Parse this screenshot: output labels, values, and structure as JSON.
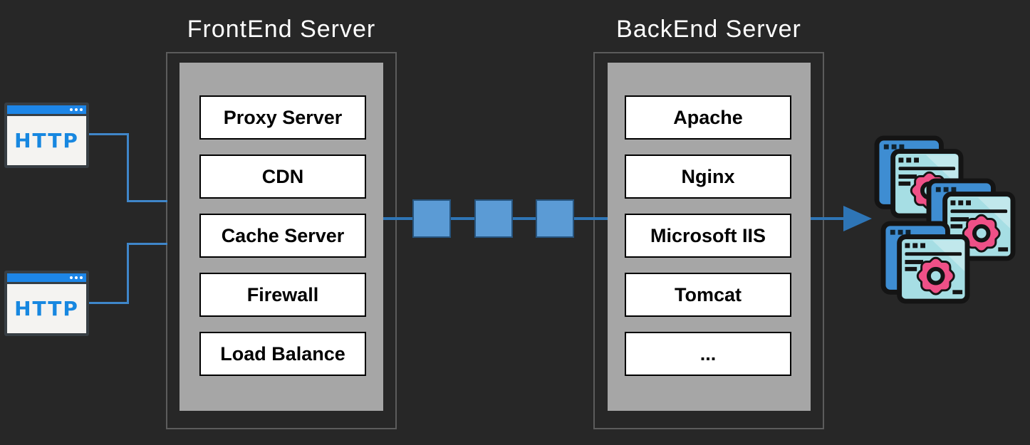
{
  "background": "#272727",
  "clients": [
    {
      "label": "HTTP"
    },
    {
      "label": "HTTP"
    }
  ],
  "frontend": {
    "title": "FrontEnd Server",
    "items": [
      "Proxy Server",
      "CDN",
      "Cache Server",
      "Firewall",
      "Load Balance"
    ]
  },
  "backend": {
    "title": "BackEnd Server",
    "items": [
      "Apache",
      "Nginx",
      "Microsoft IIS",
      "Tomcat",
      "..."
    ]
  },
  "icons": {
    "client": "browser-window-http-icon",
    "packet": "data-packet-square",
    "output": "app-window-gear-icon"
  },
  "colors": {
    "line_blue": "#2e75b6",
    "client_line_blue": "#3f86c9",
    "packet_fill": "#5b9bd5",
    "http_blue": "#1787e0",
    "panel_gray": "#a6a6a6",
    "outline_gray": "#5c5c5c",
    "gear_pink": "#ef5087",
    "window_back_blue": "#3e8dd2",
    "window_front_cyan": "#a6dee4"
  }
}
